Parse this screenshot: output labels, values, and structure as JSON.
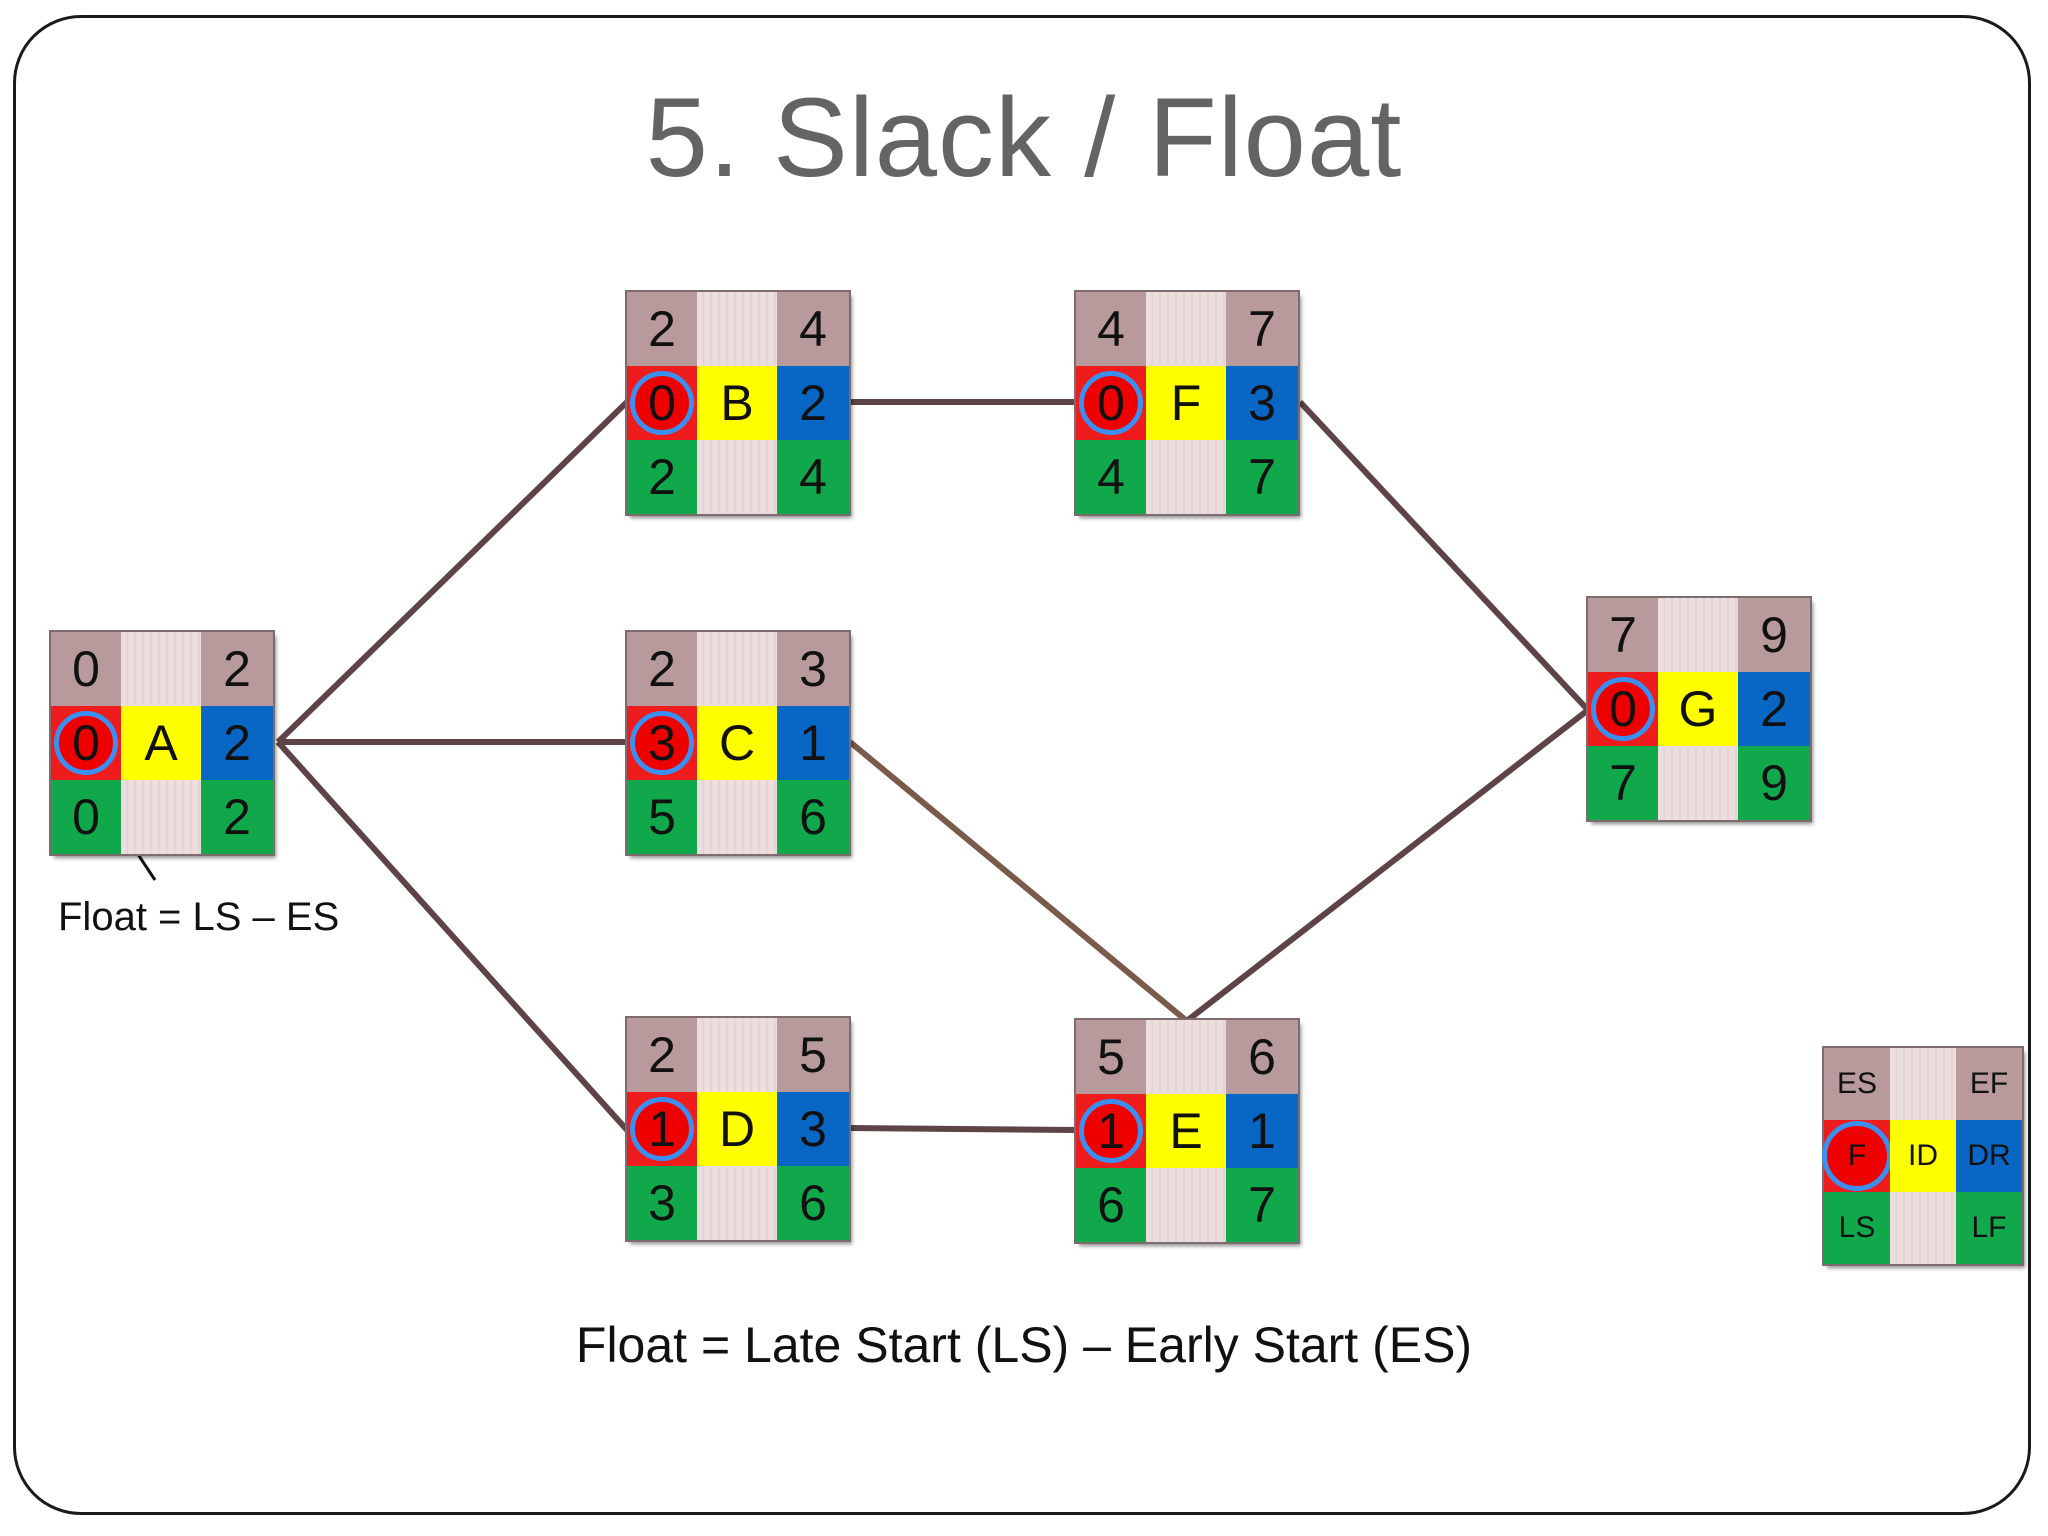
{
  "title": "5. Slack / Float",
  "nodes": {
    "A": {
      "es": "0",
      "ef": "2",
      "float": "0",
      "id": "A",
      "dr": "2",
      "ls": "0",
      "lf": "2"
    },
    "B": {
      "es": "2",
      "ef": "4",
      "float": "0",
      "id": "B",
      "dr": "2",
      "ls": "2",
      "lf": "4"
    },
    "C": {
      "es": "2",
      "ef": "3",
      "float": "3",
      "id": "C",
      "dr": "1",
      "ls": "5",
      "lf": "6"
    },
    "D": {
      "es": "2",
      "ef": "5",
      "float": "1",
      "id": "D",
      "dr": "3",
      "ls": "3",
      "lf": "6"
    },
    "E": {
      "es": "5",
      "ef": "6",
      "float": "1",
      "id": "E",
      "dr": "1",
      "ls": "6",
      "lf": "7"
    },
    "F": {
      "es": "4",
      "ef": "7",
      "float": "0",
      "id": "F",
      "dr": "3",
      "ls": "4",
      "lf": "7"
    },
    "G": {
      "es": "7",
      "ef": "9",
      "float": "0",
      "id": "G",
      "dr": "2",
      "ls": "7",
      "lf": "9"
    }
  },
  "legend": {
    "es": "ES",
    "ef": "EF",
    "float": "F",
    "id": "ID",
    "dr": "DR",
    "ls": "LS",
    "lf": "LF"
  },
  "annotation": "Float = LS – ES",
  "formula": "Float = Late Start (LS) – Early Start (ES)",
  "colors": {
    "es_ef": "#b89a9c",
    "float": "#ee1c1c",
    "float_ring": "#3b8ff0",
    "id": "#ffff00",
    "dr": "#0866c4",
    "ls_lf": "#11a84c",
    "link": "#5e4446"
  }
}
